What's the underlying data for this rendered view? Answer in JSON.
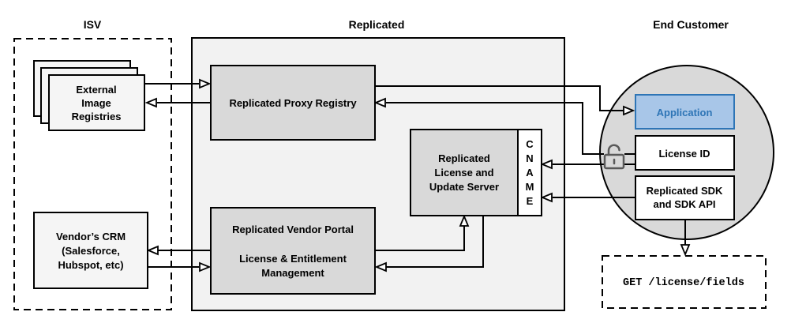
{
  "sections": {
    "isv": {
      "label": "ISV"
    },
    "replicated": {
      "label": "Replicated"
    },
    "end_customer": {
      "label": "End Customer"
    }
  },
  "nodes": {
    "external_image_registries": {
      "lines": [
        "External",
        "Image",
        "Registries"
      ]
    },
    "vendors_crm": {
      "lines": [
        "Vendor’s CRM",
        "(Salesforce,",
        "Hubspot, etc)"
      ]
    },
    "replicated_proxy_registry": {
      "label": "Replicated Proxy Registry"
    },
    "replicated_license_update_server": {
      "lines": [
        "Replicated",
        "License and",
        "Update Server"
      ]
    },
    "cname": {
      "letters": [
        "C",
        "N",
        "A",
        "M",
        "E"
      ]
    },
    "replicated_vendor_portal": {
      "title": "Replicated Vendor Portal",
      "lines": [
        "License & Entitlement",
        "Management"
      ]
    },
    "application": {
      "label": "Application"
    },
    "license_id": {
      "label": "License ID"
    },
    "replicated_sdk": {
      "lines": [
        "Replicated SDK",
        "and SDK API"
      ]
    },
    "get_license_fields": {
      "label": "GET /license/fields"
    }
  },
  "icons": {
    "lock": "open-padlock-icon"
  },
  "colors": {
    "node_gray": "#d9d9d9",
    "zone_fill": "#f2f2f2",
    "light_node": "#f5f5f5",
    "white_node": "#ffffff",
    "circle_fill": "#d9d9d9",
    "app_fill": "#a8c6e8",
    "app_border": "#2e75b6",
    "app_text": "#2e75b6",
    "line": "#000000",
    "lock": "#595959"
  }
}
